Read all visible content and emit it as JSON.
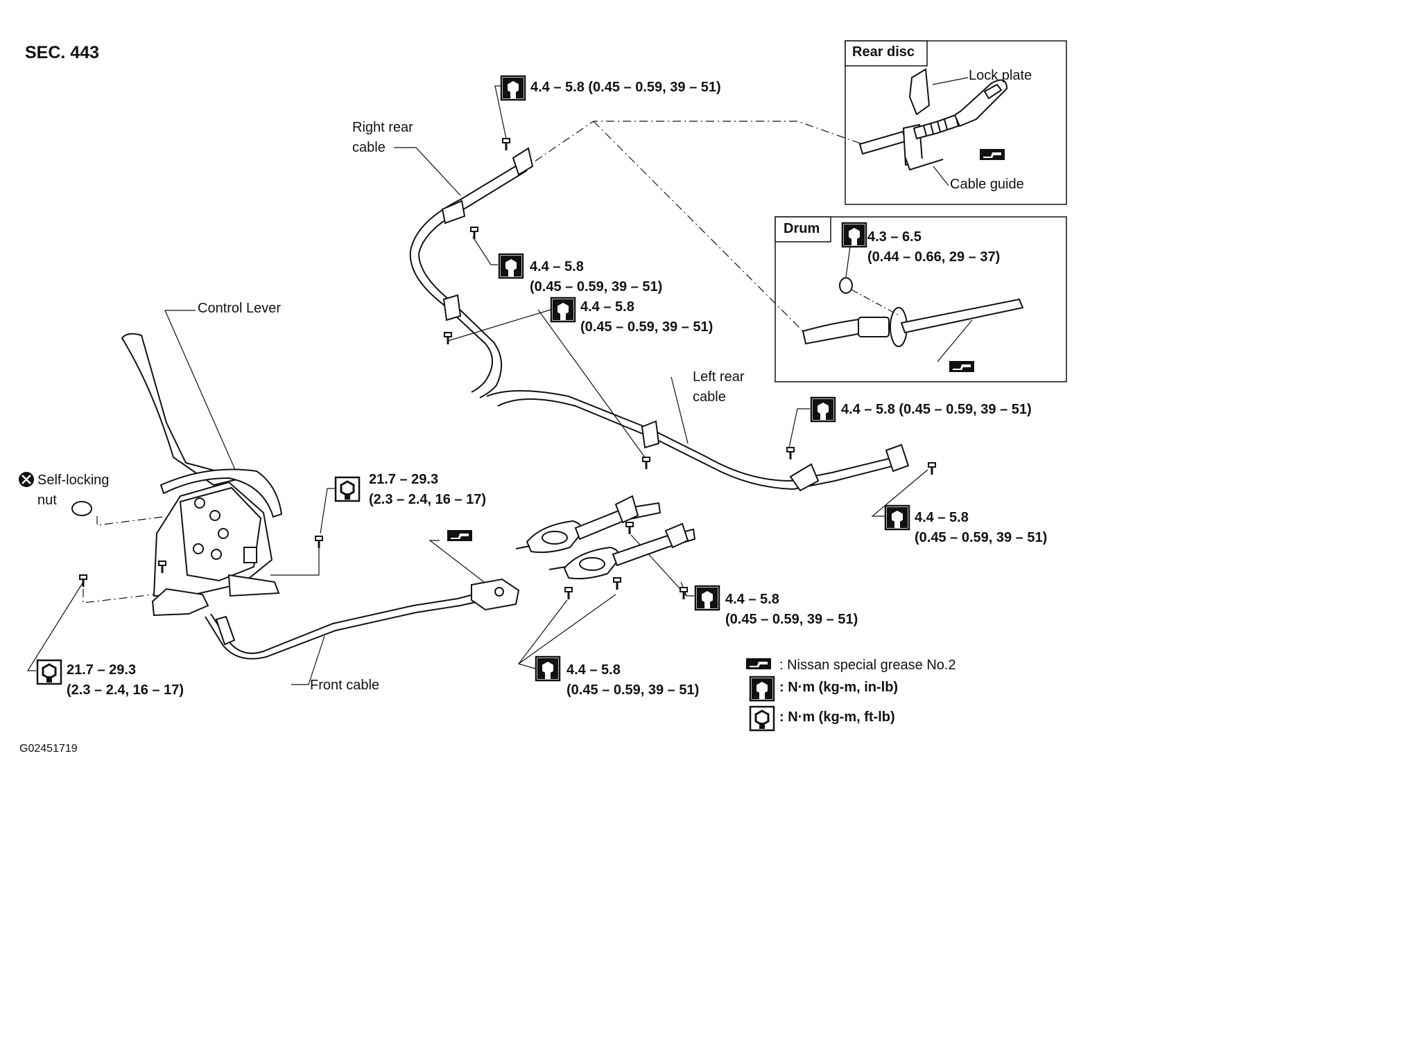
{
  "section": "SEC. 443",
  "figure_code": "G02451719",
  "insets": {
    "rear_disc": {
      "title": "Rear disc",
      "lock_plate": "Lock plate",
      "cable_guide": "Cable guide"
    },
    "drum": {
      "title": "Drum",
      "torque_1": "4.3 – 6.5",
      "torque_2": "(0.44 – 0.66, 29 – 37)"
    }
  },
  "labels": {
    "right_rear_cable_1": "Right rear",
    "right_rear_cable_2": "cable",
    "control_lever": "Control Lever",
    "self_locking_1": "Self-locking",
    "self_locking_2": "nut",
    "left_rear_cable_1": "Left rear",
    "left_rear_cable_2": "cable",
    "front_cable": "Front cable"
  },
  "torques": {
    "t1": "4.4 – 5.8 (0.45 – 0.59, 39 – 51)",
    "t2a": "4.4 – 5.8",
    "t2b": "(0.45 – 0.59, 39 – 51)",
    "t3a": "4.4 – 5.8",
    "t3b": "(0.45 – 0.59, 39 – 51)",
    "t4": "4.4 – 5.8 (0.45 – 0.59, 39 – 51)",
    "t5a": "4.4 – 5.8",
    "t5b": "(0.45 – 0.59, 39 – 51)",
    "t6a": "21.7 – 29.3",
    "t6b": "(2.3 – 2.4, 16 – 17)",
    "t7a": "4.4 – 5.8",
    "t7b": "(0.45 – 0.59, 39 – 51)",
    "t8a": "21.7 – 29.3",
    "t8b": "(2.3 – 2.4, 16 – 17)",
    "t9a": "4.4 – 5.8",
    "t9b": "(0.45 – 0.59, 39 – 51)"
  },
  "legend": {
    "grease": ": Nissan special grease No.2",
    "nm_inlb": ": N·m (kg-m, in-lb)",
    "nm_ftlb": ": N·m (kg-m, ft-lb)"
  },
  "icons": [
    "torque-wrench-icon-filled",
    "torque-wrench-icon-outline",
    "grease-icon",
    "do-not-reuse-icon"
  ]
}
